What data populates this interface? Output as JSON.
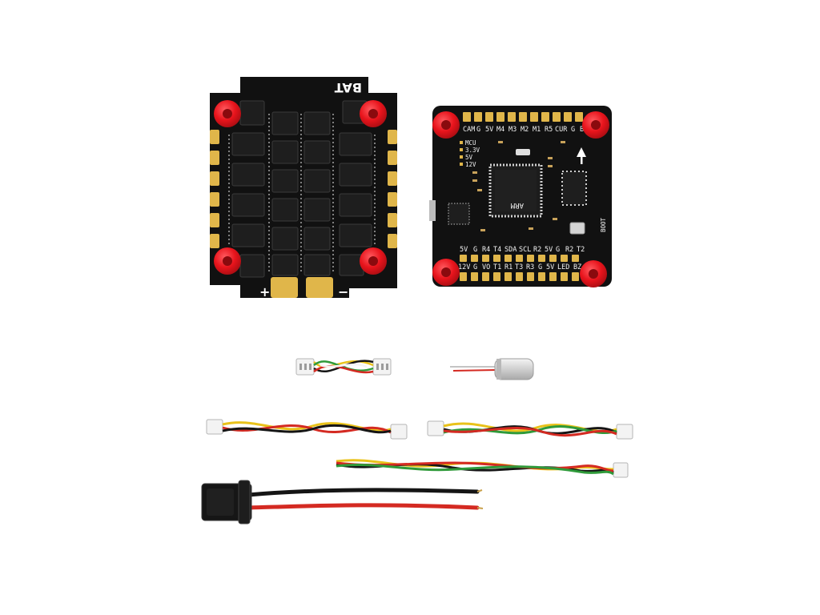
{
  "colors": {
    "pcb": "#111111",
    "pad_gold": "#e0b64a",
    "standoff_red": "#e8141c",
    "wire_red": "#d42a22",
    "wire_black": "#151515",
    "wire_yellow": "#e9c21a",
    "wire_green": "#2f9a3a",
    "background": "#ffffff"
  },
  "esc": {
    "bat_label": "BAT",
    "plus_label": "+",
    "minus_label": "−"
  },
  "fc": {
    "top_pad_labels": [
      "CAM",
      "G",
      "5V",
      "M4",
      "M3",
      "M2",
      "M1",
      "R5",
      "CUR",
      "G",
      "BAT"
    ],
    "voltage_labels": [
      "MCU",
      "3.3V",
      "5V",
      "12V"
    ],
    "boot_label": "BOOT",
    "mcu_mark": "ARM",
    "row1_labels": [
      "5V",
      "G",
      "R4",
      "T4",
      "SDA",
      "SCL",
      "R2",
      "5V",
      "G",
      "R2",
      "T2"
    ],
    "row2_labels": [
      "12V",
      "G",
      "VO",
      "T1",
      "R1",
      "T3",
      "R3",
      "G",
      "5V",
      "LED",
      "BZ"
    ]
  },
  "accessories": [
    {
      "name": "short-jst-cable"
    },
    {
      "name": "capacitor"
    },
    {
      "name": "twisted-cable-left"
    },
    {
      "name": "twisted-cable-right"
    },
    {
      "name": "twisted-cable-long"
    },
    {
      "name": "xt60-power-lead"
    }
  ]
}
